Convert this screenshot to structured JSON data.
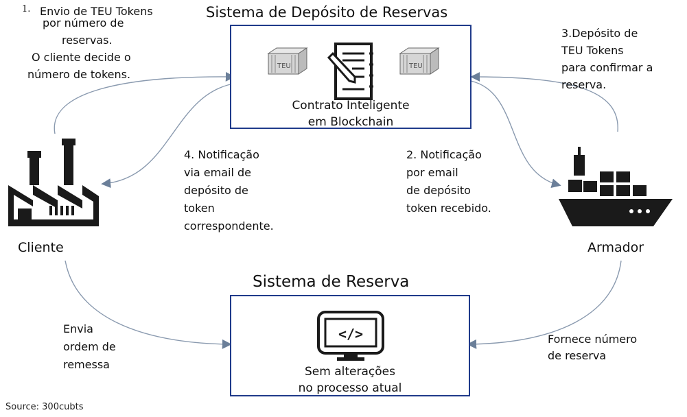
{
  "deposit_system": {
    "title": "Sistema de Depósito de Reservas",
    "caption_line1": "Contrato Inteligente",
    "caption_line2": "em Blockchain",
    "container_text": "TEU"
  },
  "reservation_system": {
    "title": "Sistema de Reserva",
    "caption_line1": "Sem alterações",
    "caption_line2": "no processo atual",
    "code_glyph": "</>"
  },
  "actors": {
    "client": "Cliente",
    "shipowner": "Armador"
  },
  "steps": {
    "step1_number": "1.",
    "step1_lines": [
      "Envio de TEU Tokens",
      "por número de",
      "reservas.",
      "O cliente decide o",
      "número de tokens."
    ],
    "step2_lines": [
      "2. Notificação",
      "por email",
      "de depósito",
      "token recebido."
    ],
    "step3_lines": [
      "3.Depósito de",
      "TEU Tokens",
      "para confirmar a",
      "reserva."
    ],
    "step4_lines": [
      "4. Notificação",
      "via email de",
      "depósito de",
      "token",
      "correspondente."
    ]
  },
  "bottom_notes": {
    "left_lines": [
      "Envia",
      "ordem de",
      "remessa"
    ],
    "right_lines": [
      "Fornece número",
      "de reserva"
    ]
  },
  "source": "Source: 300cubts",
  "colors": {
    "box_border": "#1f3a8a",
    "arrow": "#6b7f99",
    "icon": "#1a1a1a"
  }
}
